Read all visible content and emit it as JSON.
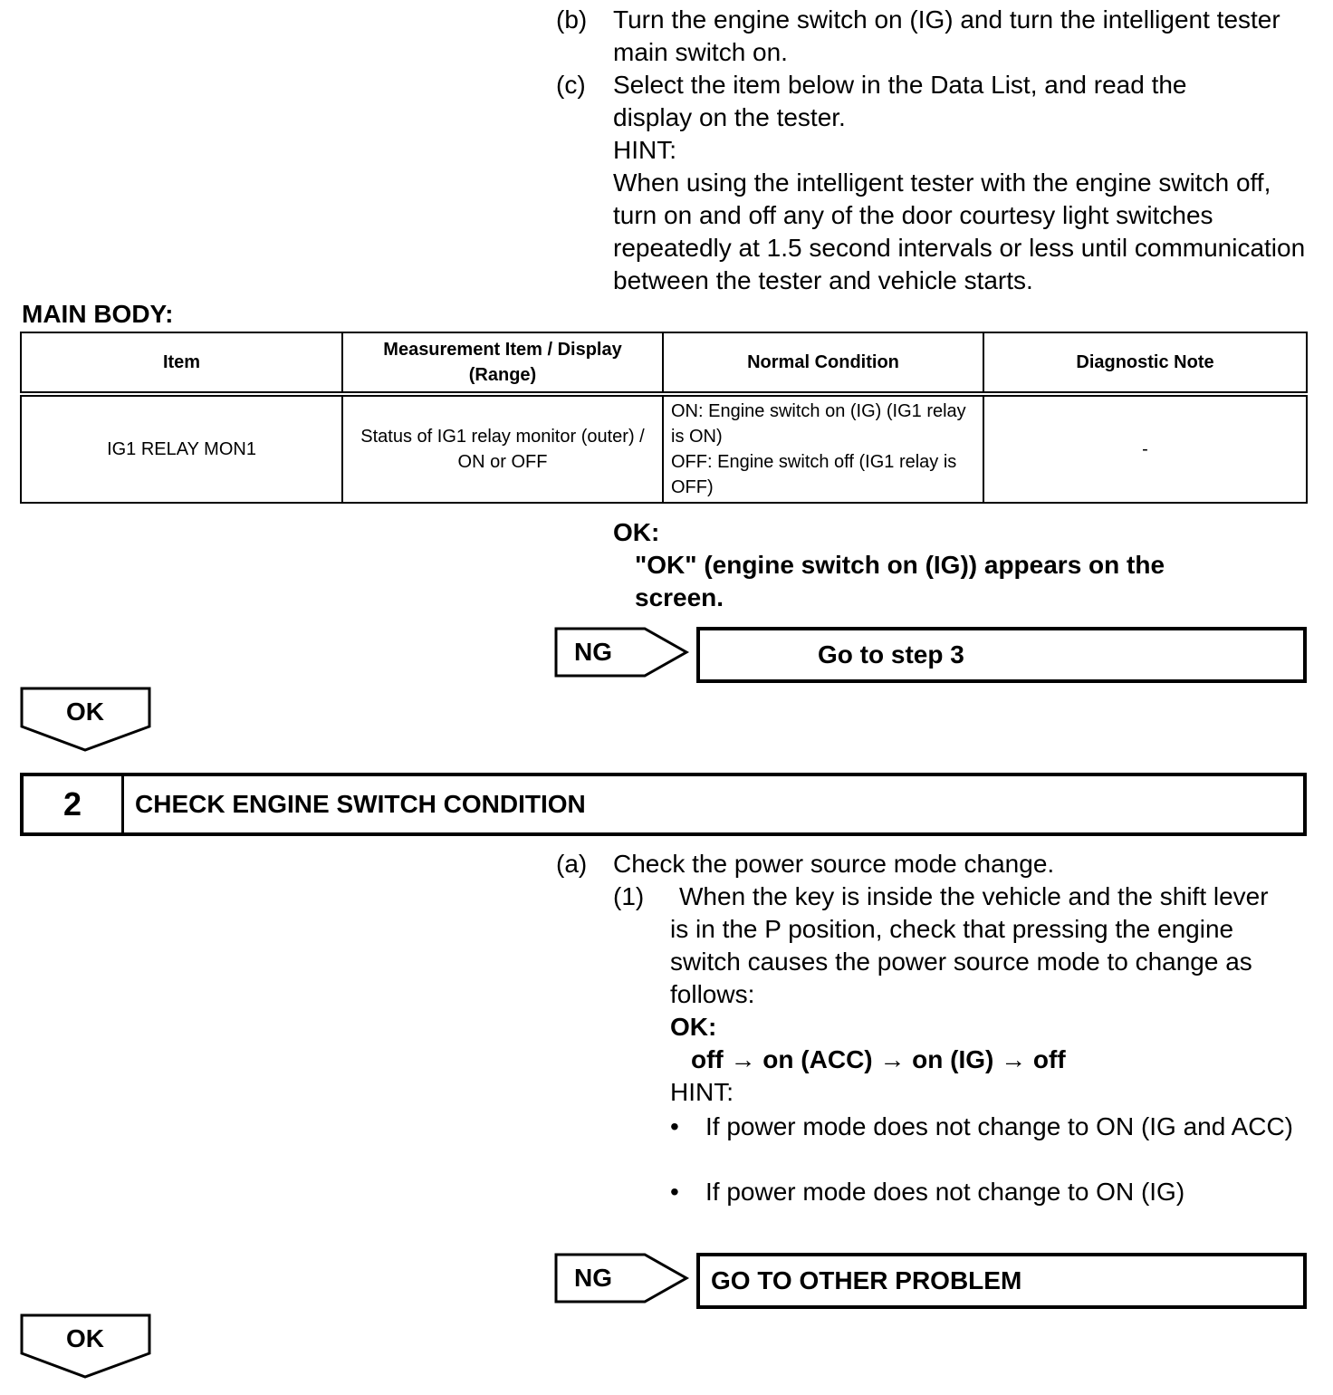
{
  "intro_steps": [
    {
      "label": "(b)",
      "text": "Turn the engine switch on (IG) and turn the intelligent tester main switch on."
    },
    {
      "label": "(c)",
      "text": "Select the item below in the Data List, and read the display on the tester."
    }
  ],
  "hint1": {
    "label": "HINT:",
    "text": "When using the intelligent tester with the engine switch off, turn on and off any of the door courtesy light switches repeatedly at 1.5 second intervals or less until communication between the tester and vehicle starts."
  },
  "main_body_label": "MAIN BODY:",
  "data_table": {
    "headers": [
      "Item",
      "Measurement Item / Display (Range)",
      "Normal Condition",
      "Diagnostic Note"
    ],
    "row": {
      "item": "IG1 RELAY MON1",
      "measurement": "Status of IG1 relay monitor (outer) / ON or OFF",
      "normal_on": "ON: Engine switch on (IG) (IG1 relay is ON)",
      "normal_off": "OFF: Engine switch off (IG1 relay is OFF)",
      "note": "-"
    }
  },
  "ok1": {
    "label": "OK:",
    "text": "\"OK\" (engine switch on (IG)) appears on the screen."
  },
  "ng1": {
    "tag": "NG",
    "target": "Go to step 3"
  },
  "ok_arrow_1": "OK",
  "step2": {
    "number": "2",
    "title": "CHECK ENGINE SWITCH CONDITION"
  },
  "step2_a": {
    "label": "(a)",
    "text": "Check the power source mode change."
  },
  "step2_1": {
    "label": "(1)",
    "text": "When the key is inside the vehicle and the shift lever is in the P position, check that pressing the engine switch causes the power source mode to change as follows:"
  },
  "ok2": {
    "label": "OK:",
    "text": "off → on (ACC) → on (IG) → off"
  },
  "hint2": {
    "label": "HINT:",
    "bullets": [
      "If power mode does not change to ON (IG and ACC)",
      "If power mode does not change to ON (IG)"
    ]
  },
  "ng2": {
    "tag": "NG",
    "target": "GO TO OTHER PROBLEM"
  },
  "ok_arrow_2": "OK"
}
